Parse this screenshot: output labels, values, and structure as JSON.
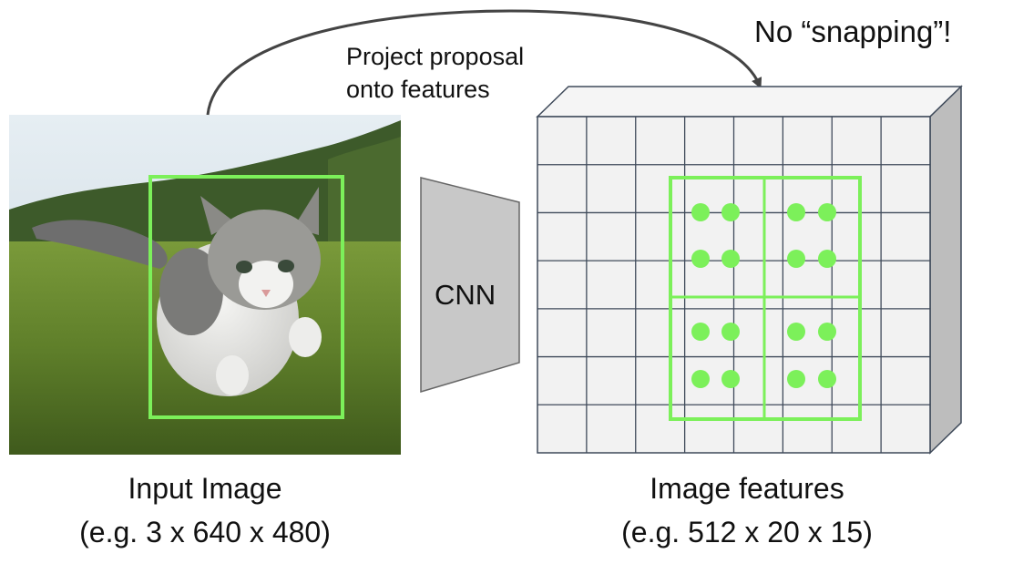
{
  "arrow_label": [
    "Project proposal",
    "onto features"
  ],
  "note": "No “snapping”!",
  "cnn_label": "CNN",
  "input_caption": [
    "Input Image",
    "(e.g. 3 x 640 x 480)"
  ],
  "features_caption": [
    "Image features",
    "(e.g. 512 x 20 x 15)"
  ],
  "colors": {
    "proposal_box": "#7CF05A",
    "sample_dot": "#7CF05A",
    "grid_line": "#3f4a5a",
    "grid_face": "#f2f2f2",
    "cnn_fill": "#c8c8c8",
    "side_face": "#bdbdbd"
  }
}
